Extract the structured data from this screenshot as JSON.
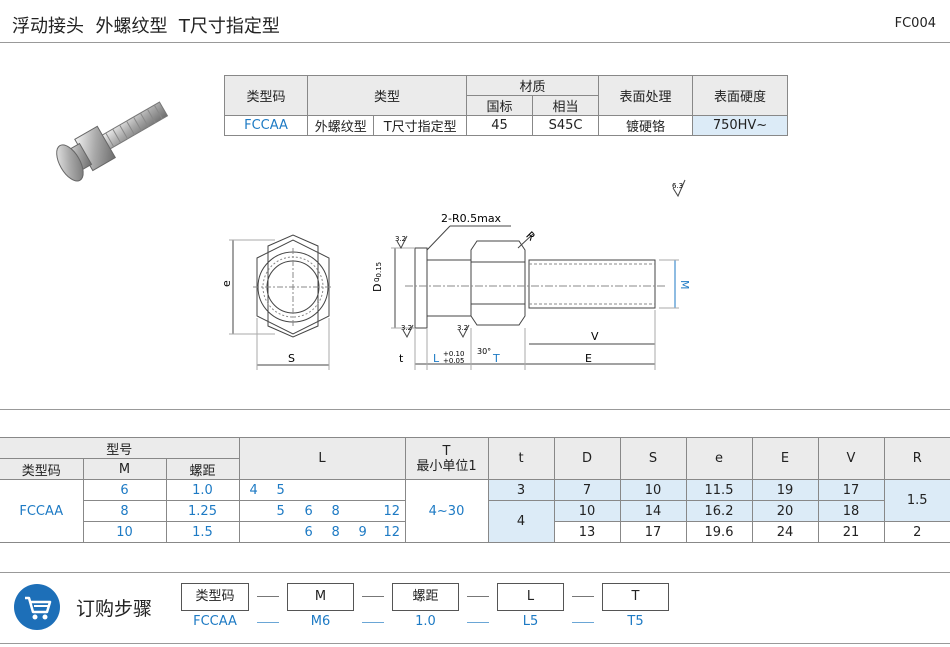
{
  "header": {
    "title": "浮动接头  外螺纹型  T尺寸指定型",
    "code": "FC004"
  },
  "spec_table": {
    "h_code": "类型码",
    "h_type": "类型",
    "h_material": "材质",
    "h_std": "国标",
    "h_equiv": "相当",
    "h_surface": "表面处理",
    "h_hardness": "表面硬度",
    "code": "FCCAA",
    "type_a": "外螺纹型",
    "type_b": "T尺寸指定型",
    "std": "45",
    "equiv": "S45C",
    "surface": "镀硬铬",
    "hardness": "750HV~"
  },
  "drawing": {
    "chamfer": "2-R0.5max",
    "r": "R",
    "e": "e",
    "s": "S",
    "d_label": "D",
    "d_tol_top": "0",
    "d_tol_bot": "-0.15",
    "m": "M",
    "v": "V",
    "e_len": "E",
    "t": "t",
    "l": "L",
    "l_tol_top": "+0.10",
    "l_tol_bot": "+0.05",
    "t_dim": "T",
    "angle": "30°",
    "rough1": "6.3",
    "rough2": "3.2",
    "rough3": "3.2",
    "rough4": "3.2"
  },
  "dim_table": {
    "h_model": "型号",
    "h_code": "类型码",
    "h_m": "M",
    "h_pitch": "螺距",
    "h_l": "L",
    "h_t1": "T",
    "h_t2": "最小单位1",
    "h_tt": "t",
    "h_d": "D",
    "h_s": "S",
    "h_e": "e",
    "h_E": "E",
    "h_v": "V",
    "h_r": "R",
    "code": "FCCAA",
    "t_range": "4~30",
    "rows": [
      {
        "m": "6",
        "pitch": "1.0",
        "l": [
          "4",
          "5"
        ],
        "D": "7",
        "S": "10",
        "e": "11.5",
        "E": "19",
        "V": "17"
      },
      {
        "m": "8",
        "pitch": "1.25",
        "l": [
          "5",
          "6",
          "8",
          "12"
        ],
        "D": "10",
        "S": "14",
        "e": "16.2",
        "E": "20",
        "V": "18"
      },
      {
        "m": "10",
        "pitch": "1.5",
        "l": [
          "6",
          "8",
          "9",
          "12"
        ],
        "D": "13",
        "S": "17",
        "e": "19.6",
        "E": "24",
        "V": "21"
      }
    ],
    "t_3": "3",
    "t_4": "4",
    "r_15": "1.5",
    "r_2": "2"
  },
  "order": {
    "title": "订购步骤",
    "boxes": [
      "类型码",
      "M",
      "螺距",
      "L",
      "T"
    ],
    "values": [
      "FCCAA",
      "M6",
      "1.0",
      "L5",
      "T5"
    ]
  },
  "colors": {
    "accent": "#1d7ac4",
    "highlight": "#dcebf7",
    "header_bg": "#ebebeb"
  }
}
